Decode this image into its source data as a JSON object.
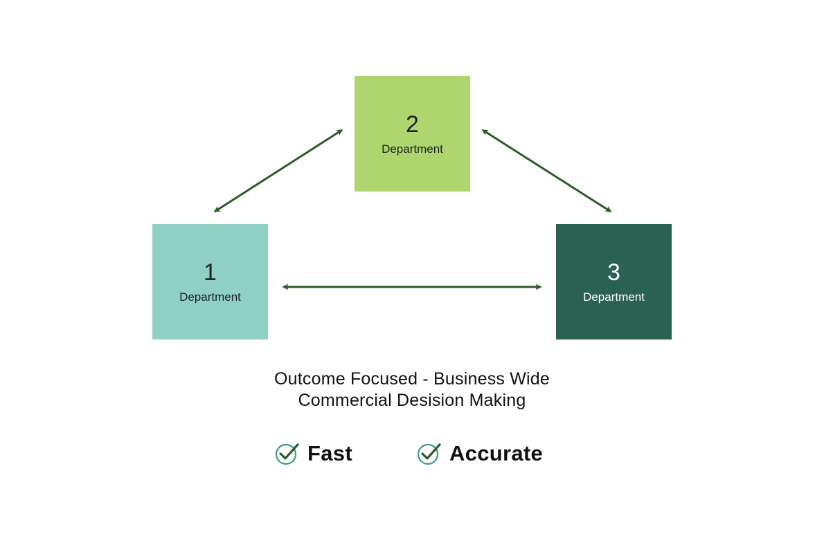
{
  "colors": {
    "department_1": "#8fd2c5",
    "department_2": "#afd66e",
    "department_3": "#2a6152",
    "arrow": "#2e5a2a",
    "check": "#3e9a82"
  },
  "departments": [
    {
      "number": "1",
      "label": "Department",
      "text_color": "#1f1f1f"
    },
    {
      "number": "2",
      "label": "Department",
      "text_color": "#1f1f1f"
    },
    {
      "number": "3",
      "label": "Department",
      "text_color": "#ffffff"
    }
  ],
  "caption": {
    "line1": "Outcome Focused - Business Wide",
    "line2": "Commercial Desision Making"
  },
  "badges": [
    {
      "label": "Fast",
      "icon": "check-circle-icon"
    },
    {
      "label": "Accurate",
      "icon": "check-circle-icon"
    }
  ]
}
